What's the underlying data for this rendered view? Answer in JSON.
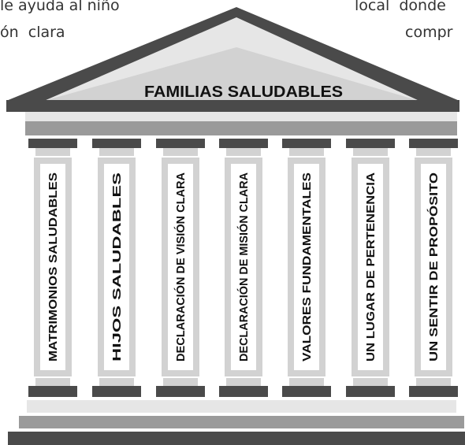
{
  "background_text": {
    "left_lines": [
      "le ayuda al niño",
      "ón  clara"
    ],
    "right_lines": [
      "local  donde",
      "compr"
    ]
  },
  "pediment": {
    "title": "FAMILIAS SALUDABLES"
  },
  "pillars": [
    {
      "label": "MATRIMONIOS SALUDABLES"
    },
    {
      "label": "HIJOS SALUDABLES"
    },
    {
      "label": "DECLARACIÓN DE VISIÓN CLARA"
    },
    {
      "label": "DECLARACIÓN DE MISIÓN CLARA"
    },
    {
      "label": "VALORES FUNDAMENTALES"
    },
    {
      "label": "UN LUGAR DE PERTENENCIA"
    },
    {
      "label": "UN SENTIR DE PROPÓSITO"
    }
  ],
  "colors": {
    "dark": "#4a4a4a",
    "mid": "#9a9a9a",
    "light": "#d2d2d2",
    "pale": "#e6e6e6",
    "title_text": "#111111",
    "label_text": "#111111"
  }
}
